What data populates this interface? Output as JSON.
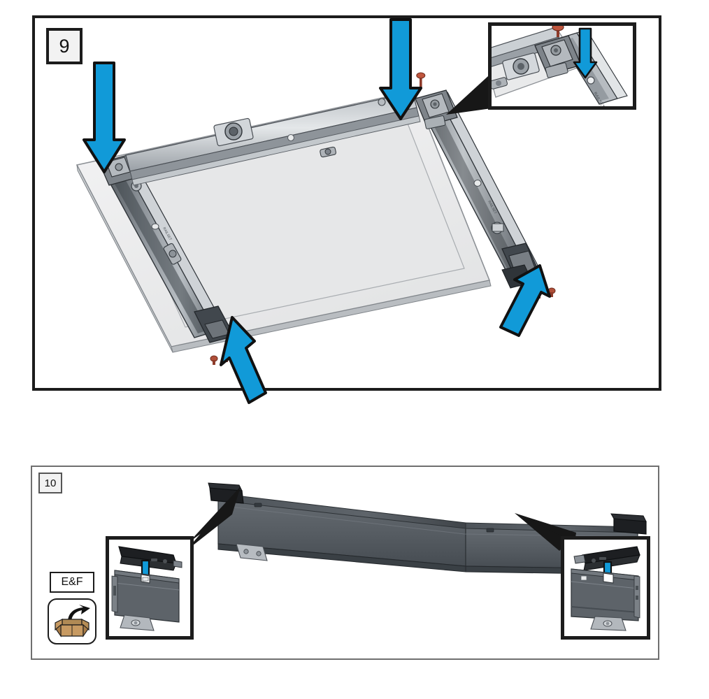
{
  "document": {
    "type": "assembly-instruction-sheet",
    "page_background": "#ffffff"
  },
  "colors": {
    "arrow_blue": "#119ad8",
    "arrow_outline": "#111111",
    "screw_red": "#a03a28",
    "screw_red_light": "#c95a42",
    "panel_border_dark": "#1c1c1c",
    "panel_border_light": "#6f6f6f",
    "metal_light": "#d9dcdf",
    "metal_mid": "#9aa0a6",
    "metal_dark": "#6b7177",
    "beam_gray": "#575d63",
    "endcap_black": "#1d1f22",
    "glass_panel": "#ececed",
    "cardboard": "#c79a62",
    "cardboard_dark": "#a87c47",
    "badge_fill": "#f2f2f2"
  },
  "steps": [
    {
      "id": "step-9",
      "number": "9",
      "badge_label": "9",
      "arrows": [
        {
          "name": "arrow-down-left",
          "direction": "down",
          "target": "left-front-corner-screw"
        },
        {
          "name": "arrow-down-right",
          "direction": "down",
          "target": "right-front-corner-screw"
        },
        {
          "name": "arrow-up-left",
          "direction": "up-right",
          "target": "left-rear-corner-screws"
        },
        {
          "name": "arrow-up-right",
          "direction": "up-left",
          "target": "right-rear-corner-screws"
        }
      ],
      "screws": [
        {
          "name": "screw-top-left",
          "count": 1
        },
        {
          "name": "screw-top-right",
          "count": 1
        },
        {
          "name": "screws-bottom-left",
          "count": 2
        },
        {
          "name": "screws-bottom-right",
          "count": 2
        }
      ],
      "inset": {
        "name": "detail-inset-corner-bracket",
        "position": "top-right",
        "shows": "corner bracket with screw and blue insertion arrow"
      },
      "illustration": "Large rectangular panel lying flat with slide rail assemblies mounted along its left and right edges; corner brackets fastened with screws."
    },
    {
      "id": "step-10",
      "number": "10",
      "badge_label": "10",
      "parts_bin": {
        "label": "E&F",
        "icon": "open-box-icon",
        "meaning": "take parts from bag/box E and F"
      },
      "insets": [
        {
          "name": "detail-inset-left-endcap",
          "position": "left",
          "shows": "black end cap pressed down onto beam end, blue down arrow"
        },
        {
          "name": "detail-inset-right-endcap",
          "position": "right",
          "shows": "black end cap pressed down onto beam end, blue down arrow"
        }
      ],
      "illustration": "Long dark gray horizontal beam with mounting feet; black end caps being installed at both ends."
    }
  ]
}
